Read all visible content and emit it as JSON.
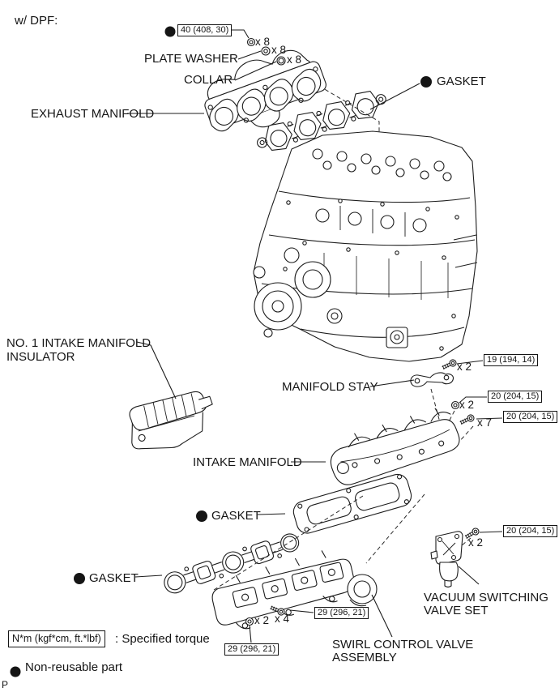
{
  "page": {
    "variant": "w/ DPF:",
    "page_letter": "P"
  },
  "labels": {
    "plate_washer": "PLATE WASHER",
    "collar": "COLLAR",
    "exhaust_manifold": "EXHAUST MANIFOLD",
    "gasket_exhaust": "GASKET",
    "insulator_line1": "NO. 1 INTAKE MANIFOLD",
    "insulator_line2": "INSULATOR",
    "manifold_stay": "MANIFOLD STAY",
    "intake_manifold": "INTAKE MANIFOLD",
    "gasket_intake_upper": "GASKET",
    "gasket_intake_lower": "GASKET",
    "vsv_line1": "VACUUM SWITCHING",
    "vsv_line2": "VALVE SET",
    "swirl_line1": "SWIRL CONTROL VALVE",
    "swirl_line2": "ASSEMBLY"
  },
  "torques": {
    "exhaust_nut": "40 (408, 30)",
    "stay_bolt": "19 (194, 14)",
    "intake_nut": "20 (204, 15)",
    "intake_bolt": "20 (204, 15)",
    "vsv_bolt": "20 (204, 15)",
    "swirl_bolt": "29 (296, 21)",
    "swirl_nut": "29 (296, 21)"
  },
  "quantities": {
    "exhaust_nut": "x 8",
    "plate_washer": "x 8",
    "collar": "x 8",
    "stay_bolt": "x 2",
    "intake_nut": "x 2",
    "intake_bolt": "x 7",
    "vsv_bolt": "x 2",
    "swirl_nut": "x 2",
    "swirl_bolt": "x 4"
  },
  "legend": {
    "torque_unit": "N*m (kgf*cm, ft.*lbf)",
    "torque_desc": ": Specified torque",
    "non_reusable": "Non-reusable part"
  },
  "icons": {
    "bullet": "filled-circle (non-reusable marker)",
    "nut": "hex-nut",
    "washer": "plate-washer",
    "collar": "collar-bushing",
    "bolt": "bolt-with-threads"
  },
  "colors": {
    "ink": "#1c1c1c",
    "paper": "#ffffff"
  }
}
